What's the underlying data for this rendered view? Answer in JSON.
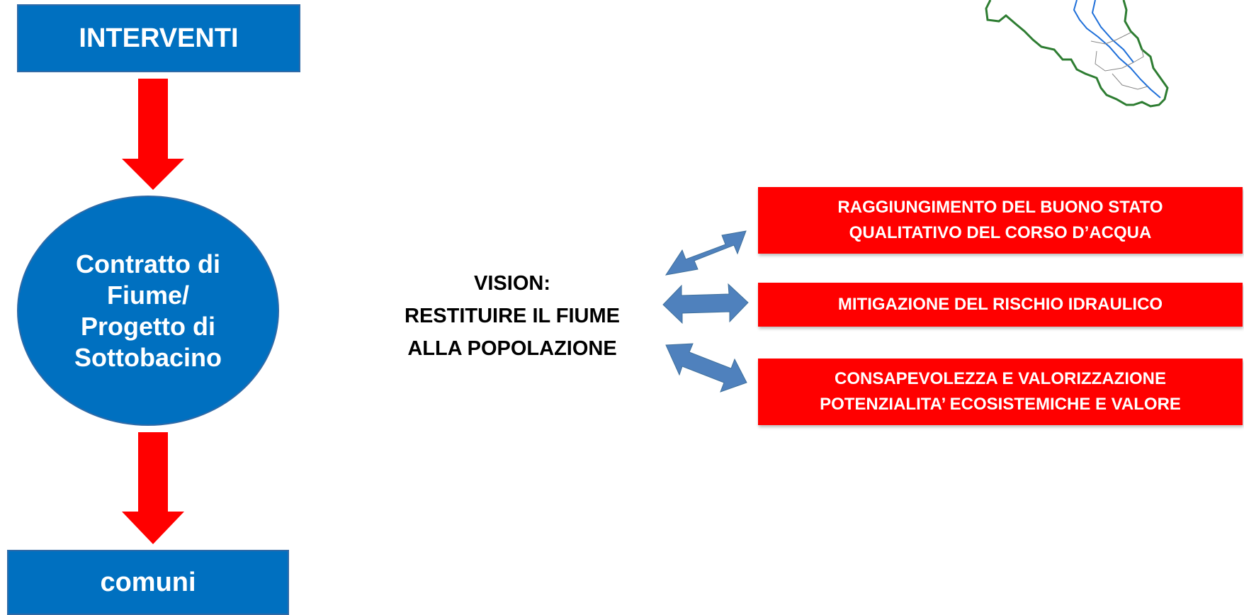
{
  "flow": {
    "top_label": "INTERVENTI",
    "center_label": "Contratto di\nFiume/\nProgetto di\nSottobacino",
    "bottom_label": "comuni"
  },
  "vision": {
    "text": "VISION:\nRESTITUIRE IL FIUME\nALLA POPOLAZIONE"
  },
  "goals": [
    {
      "label": "RAGGIUNGIMENTO DEL BUONO STATO\nQUALITATIVO DEL CORSO D’ACQUA"
    },
    {
      "label": "MITIGAZIONE DEL RISCHIO IDRAULICO"
    },
    {
      "label": "CONSAPEVOLEZZA E VALORIZZAZIONE\nPOTENZIALITA’ ECOSISTEMICHE E VALORE"
    }
  ],
  "colors": {
    "blue": "#0070c0",
    "red": "#ff0000",
    "arrow_red": "#ff0000",
    "arrow_blue": "#4f81bd",
    "map_border": "#2e7d32",
    "map_river": "#1e6fd9"
  },
  "icons": {
    "down_arrow": "red-down-arrow",
    "double_arrow": "blue-double-arrow",
    "map": "river-basin-map"
  }
}
